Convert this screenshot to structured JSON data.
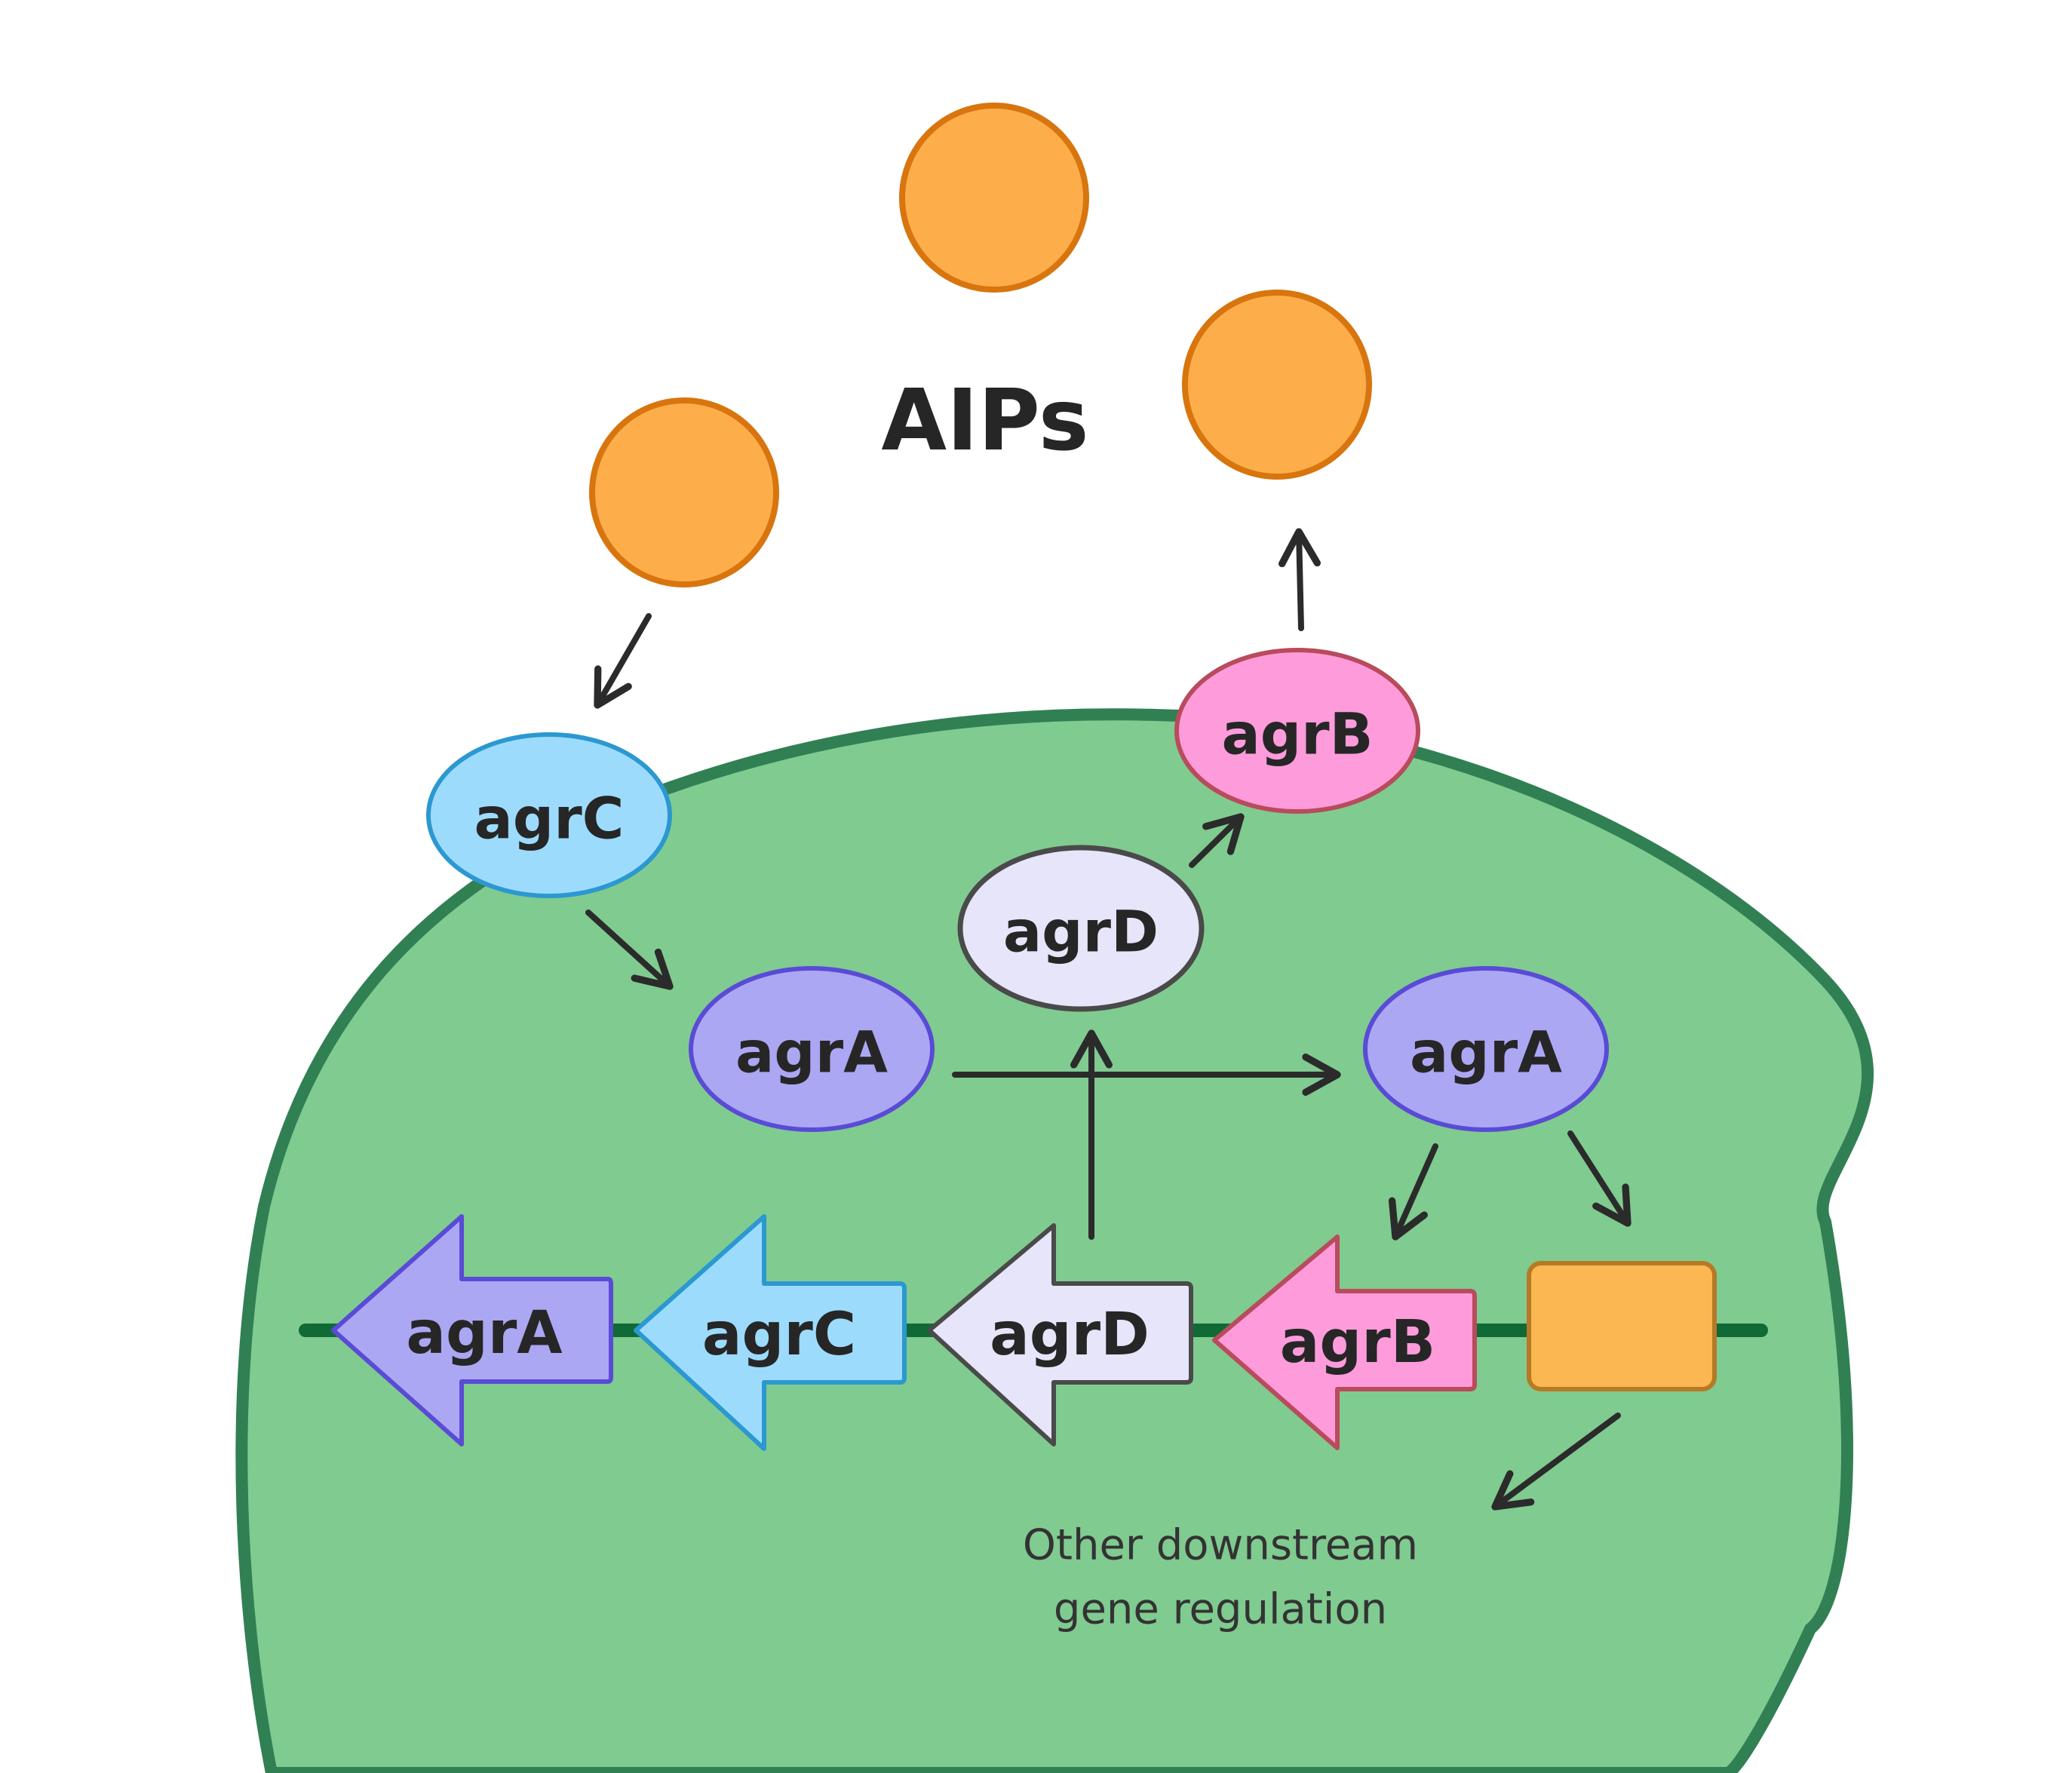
{
  "title": "AIPs",
  "molecules": {
    "agrC": "agrC",
    "agrA_left": "agrA",
    "agrD": "agrD",
    "agrB": "agrB",
    "agrA_right": "agrA"
  },
  "genes": [
    "agrA",
    "agrC",
    "agrD",
    "agrB"
  ],
  "note_line1": "Other downstream",
  "note_line2": "gene regulation",
  "colors": {
    "cell_fill": "#80cb90",
    "cell_border": "#318054",
    "dna": "#0f6a36",
    "aip_fill": "#fdae4b",
    "aip_border": "#d8750e",
    "agrA_fill": "#aca7f3",
    "agrA_border": "#5a4bd6",
    "agrC_fill": "#9ddbfd",
    "agrC_border": "#2c98d0",
    "agrD_fill": "#e6e5f9",
    "agrD_border": "#4a4a4a",
    "agrB_fill": "#fd9bdb",
    "agrB_border": "#b84b5c",
    "box_fill": "#fbb752",
    "box_border": "#b67a25"
  }
}
